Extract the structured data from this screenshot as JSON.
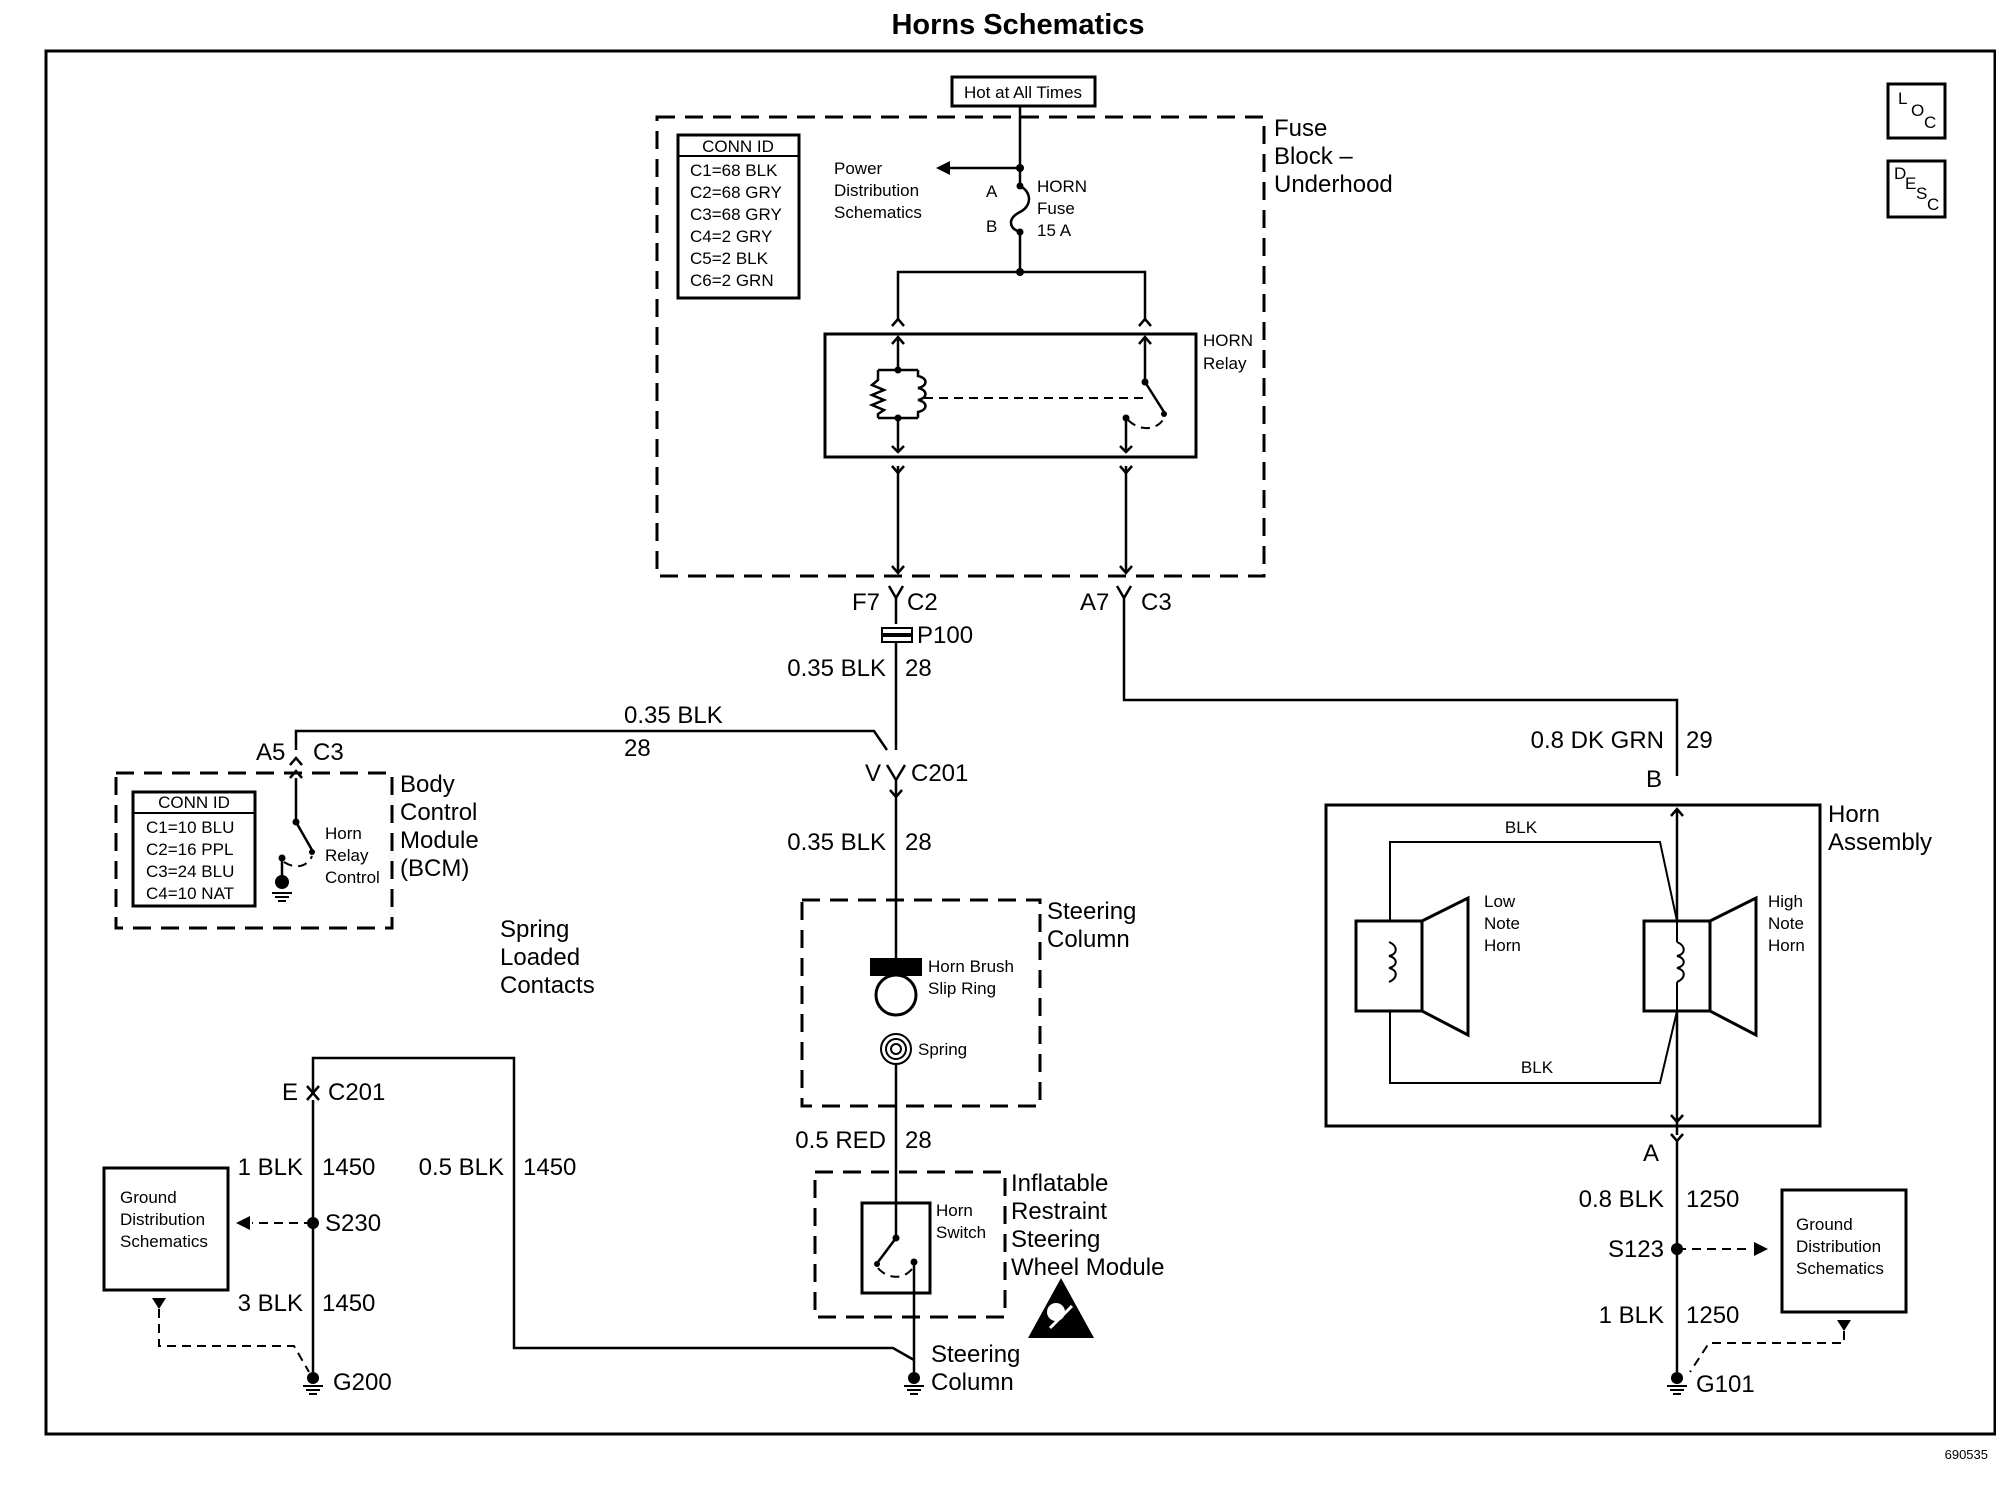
{
  "title": "Horns Schematics",
  "figure_number": "690535",
  "icons": {
    "loc": [
      "L",
      "O",
      "C"
    ],
    "desc": [
      "D",
      "E",
      "S",
      "C"
    ]
  },
  "fuse_block": {
    "hot_label": "Hot at All Times",
    "name_lines": [
      "Fuse",
      "Block –",
      "Underhood"
    ],
    "conn_id_title": "CONN ID",
    "conn_ids": [
      "C1=68 BLK",
      "C2=68 GRY",
      "C3=68 GRY",
      "C4=2 GRY",
      "C5=2 BLK",
      "C6=2 GRN"
    ],
    "power_dist": [
      "Power",
      "Distribution",
      "Schematics"
    ],
    "fuse_pin_a": "A",
    "fuse_pin_b": "B",
    "fuse_label": [
      "HORN",
      "Fuse",
      "15 A"
    ],
    "relay_label": [
      "HORN",
      "Relay"
    ],
    "out_left_pin": "F7",
    "out_left_conn": "C2",
    "out_right_pin": "A7",
    "out_right_conn": "C3"
  },
  "splice_p100": "P100",
  "wires": {
    "main_top": {
      "color": "0.35 BLK",
      "circuit": "28"
    },
    "bcm_branch": {
      "color": "0.35 BLK",
      "circuit": "28"
    },
    "main_mid": {
      "color": "0.35 BLK",
      "circuit": "28"
    },
    "main_red": {
      "color": "0.5 RED",
      "circuit": "28"
    },
    "horn_feed": {
      "color": "0.8 DK GRN",
      "circuit": "29"
    },
    "left_1blk": {
      "color": "1 BLK",
      "circuit": "1450"
    },
    "left_05blk": {
      "color": "0.5 BLK",
      "circuit": "1450"
    },
    "left_3blk": {
      "color": "3 BLK",
      "circuit": "1450"
    },
    "right_08blk": {
      "color": "0.8 BLK",
      "circuit": "1250"
    },
    "right_1blk": {
      "color": "1 BLK",
      "circuit": "1250"
    }
  },
  "c201": {
    "pin_v": "V",
    "label": "C201",
    "pin_e": "E"
  },
  "bcm": {
    "pin": "A5",
    "conn": "C3",
    "name_lines": [
      "Body",
      "Control",
      "Module",
      "(BCM)"
    ],
    "conn_id_title": "CONN ID",
    "conn_ids": [
      "C1=10 BLU",
      "C2=16 PPL",
      "C3=24 BLU",
      "C4=10 NAT"
    ],
    "control_label": [
      "Horn",
      "Relay",
      "Control"
    ]
  },
  "spring_label": [
    "Spring",
    "Loaded",
    "Contacts"
  ],
  "steering_column": {
    "name_lines": [
      "Steering",
      "Column"
    ],
    "brush_label": [
      "Horn Brush",
      "Slip Ring"
    ],
    "spring_label": "Spring"
  },
  "airbag_module": {
    "name_lines": [
      "Inflatable",
      "Restraint",
      "Steering",
      "Wheel Module"
    ],
    "switch_label": [
      "Horn",
      "Switch"
    ]
  },
  "ground_steering": [
    "Steering",
    "Column"
  ],
  "horn_assembly": {
    "name_lines": [
      "Horn",
      "Assembly"
    ],
    "pin_b": "B",
    "pin_a": "A",
    "blk_top": "BLK",
    "blk_bottom": "BLK",
    "low_note": [
      "Low",
      "Note",
      "Horn"
    ],
    "high_note": [
      "High",
      "Note",
      "Horn"
    ]
  },
  "ground_left": {
    "box_label": [
      "Ground",
      "Distribution",
      "Schematics"
    ],
    "splice": "S230",
    "ground": "G200"
  },
  "ground_right": {
    "box_label": [
      "Ground",
      "Distribution",
      "Schematics"
    ],
    "splice": "S123",
    "ground": "G101"
  }
}
